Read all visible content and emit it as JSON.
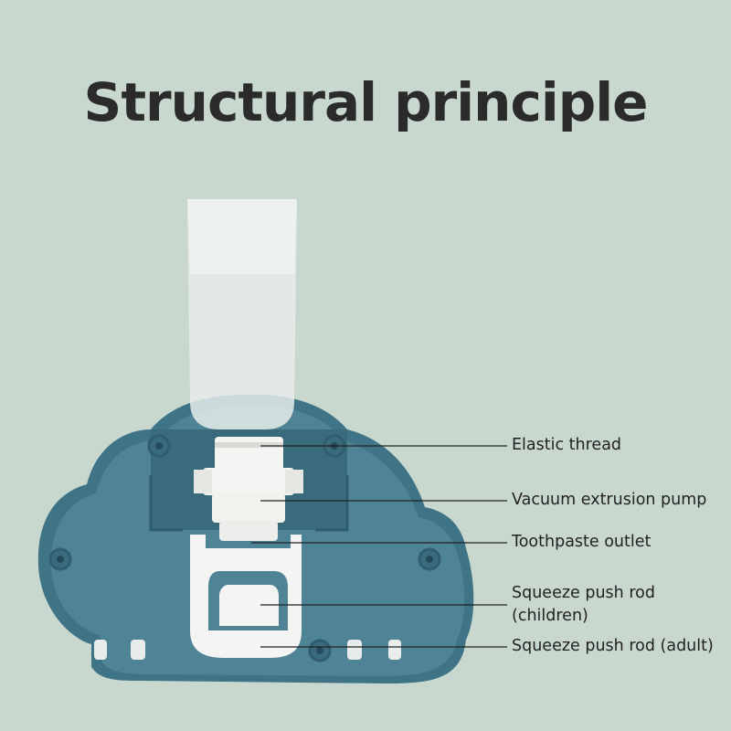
{
  "title": "Structural principle",
  "labels": [
    {
      "key": "elastic_thread",
      "text": "Elastic thread"
    },
    {
      "key": "vacuum_pump",
      "text": "Vacuum extrusion pump"
    },
    {
      "key": "toothpaste_outlet",
      "text": "Toothpaste outlet"
    },
    {
      "key": "squeeze_rod_children",
      "text": "Squeeze push rod (children)"
    },
    {
      "key": "squeeze_rod_adult",
      "text": "Squeeze push rod (adult)"
    }
  ],
  "colors": {
    "background": "#c9d8cf",
    "dispenser_body": "#3f7487",
    "dispenser_inner": "#4f8496",
    "plastic_white": "#f4f4f2",
    "tube": "#e6ecea",
    "title_text": "#2b2b2b",
    "leader_line": "#222222"
  }
}
